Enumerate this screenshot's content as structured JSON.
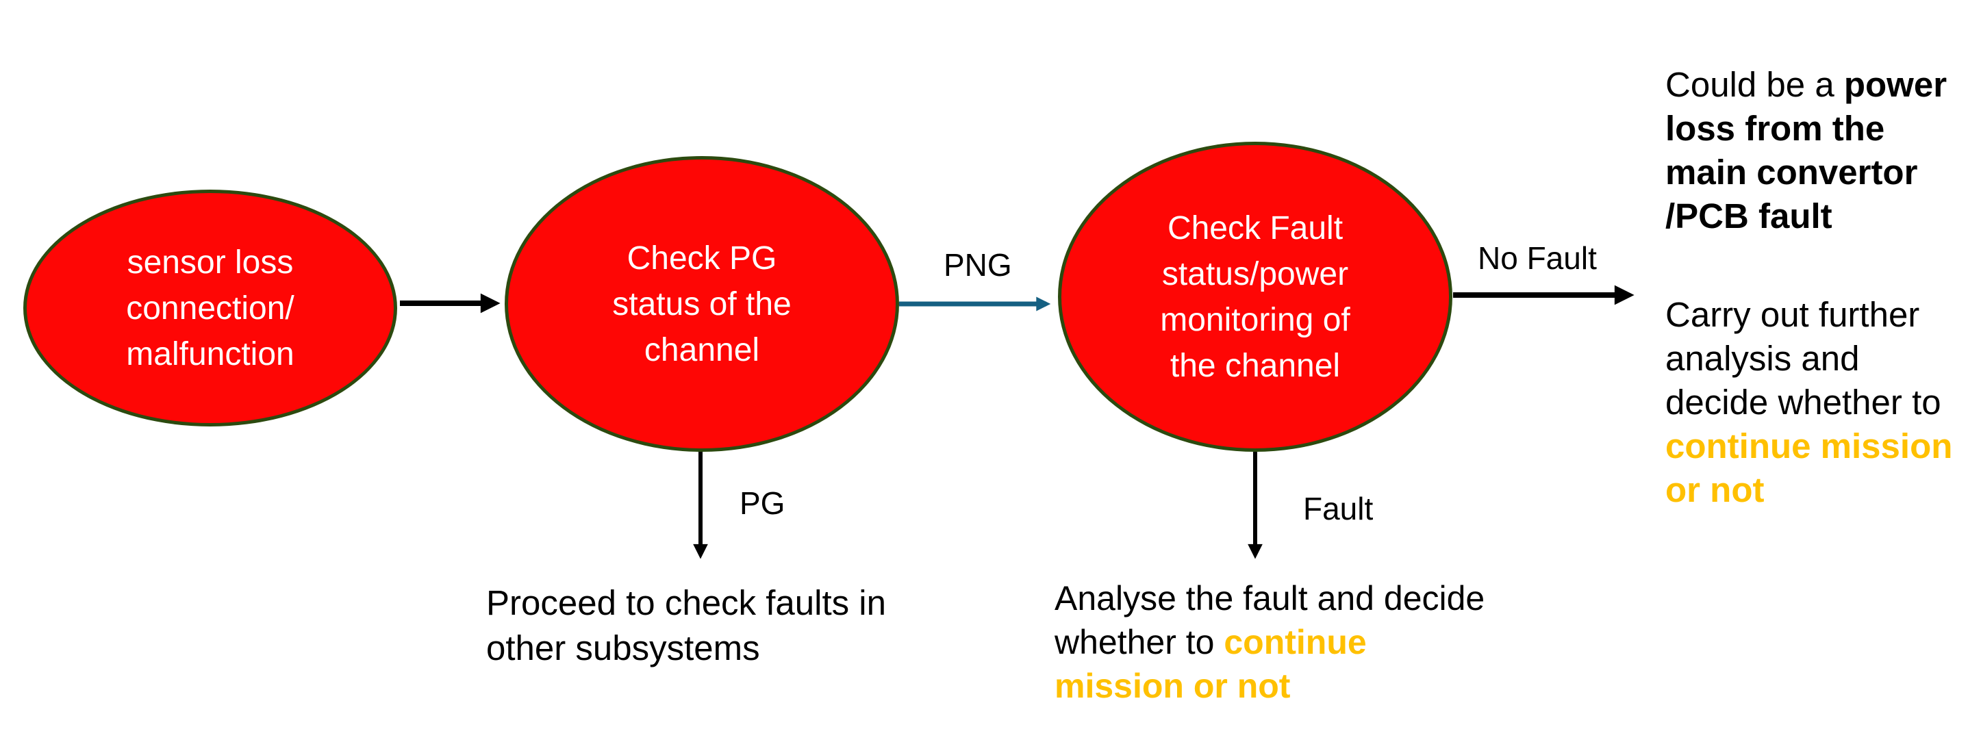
{
  "diagram_type": "flowchart",
  "colors": {
    "node_fill": "#FE0605",
    "node_border": "#2C4A0F",
    "node_text": "#FFFFFF",
    "arrow_black": "#000000",
    "arrow_teal": "#156082",
    "highlight_orange": "#FFC000",
    "body_text": "#000000",
    "background": "#FFFFFF"
  },
  "nodes": [
    {
      "id": "sensor-loss",
      "lines": [
        "sensor loss",
        "connection/",
        "malfunction"
      ]
    },
    {
      "id": "check-pg",
      "lines": [
        "Check PG",
        "status of the",
        "channel"
      ]
    },
    {
      "id": "check-fault",
      "lines": [
        "Check Fault",
        "status/power",
        "monitoring of",
        "the channel"
      ]
    }
  ],
  "edge_labels": {
    "png": "PNG",
    "pg": "PG",
    "no_fault": "No Fault",
    "fault": "Fault"
  },
  "notes": {
    "proceed": {
      "line1": "Proceed to check faults in",
      "line2": "other subsystems"
    },
    "analyse": {
      "line1": "Analyse the fault and decide",
      "line2_prefix": "whether to ",
      "line2_highlight": "continue",
      "line3_highlight": "mission or not"
    },
    "outcome": {
      "para1_prefix": "Could be a ",
      "para1_bold_line1": "power",
      "para1_bold_line2": "loss from the",
      "para1_bold_line3": "main convertor",
      "para1_bold_line4": "/PCB fault",
      "para2_line1": "Carry out further",
      "para2_line2": "analysis and",
      "para2_line3": "decide whether to",
      "para2_highlight_line1": "continue mission",
      "para2_highlight_line2": "or not"
    }
  }
}
